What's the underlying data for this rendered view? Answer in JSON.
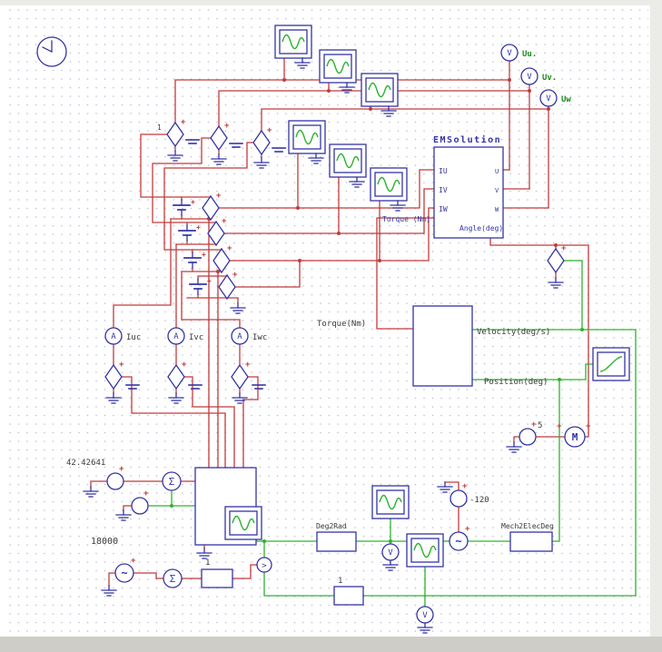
{
  "colors": {
    "component": "#3434a6",
    "wire_power": "#c23b3b",
    "wire_signal": "#2db32d",
    "label_green": "#1a8c1a",
    "label_dark": "#3a3a3a",
    "grid_dot": "#b9bdd4",
    "frame": "#cfcdc8",
    "frame_light": "#ebebe8"
  },
  "glyphs": {
    "plus": "+",
    "volt": "V",
    "amp": "A",
    "sigma": "Σ",
    "sine": "~",
    "motor": "M",
    "gt": ">",
    "one": "1"
  },
  "labels": {
    "em": {
      "title": "EMSolution",
      "iu": "IU",
      "iv": "IV",
      "iw": "IW",
      "u": "U",
      "v": "V",
      "w": "W",
      "torque": "Torque (Nm)",
      "angle": "Angle(deg)"
    },
    "mech": {
      "torque": "Torque(Nm)",
      "velocity": "Velocity(deg/s)",
      "position": "Position(deg)"
    },
    "vprobes": [
      "Uu.",
      "Uv.",
      "Uw"
    ],
    "aprobes": [
      "Iuc",
      "Ivc",
      "Iwc"
    ],
    "values": {
      "amplitude": "42.42641",
      "frequency": "18000",
      "offset": "-120",
      "motor_dc": "5"
    },
    "blocks": {
      "deg2rad": "Deg2Rad",
      "mech2elec": "Mech2ElecDeg",
      "gain1": "1",
      "gain2": "1"
    }
  }
}
